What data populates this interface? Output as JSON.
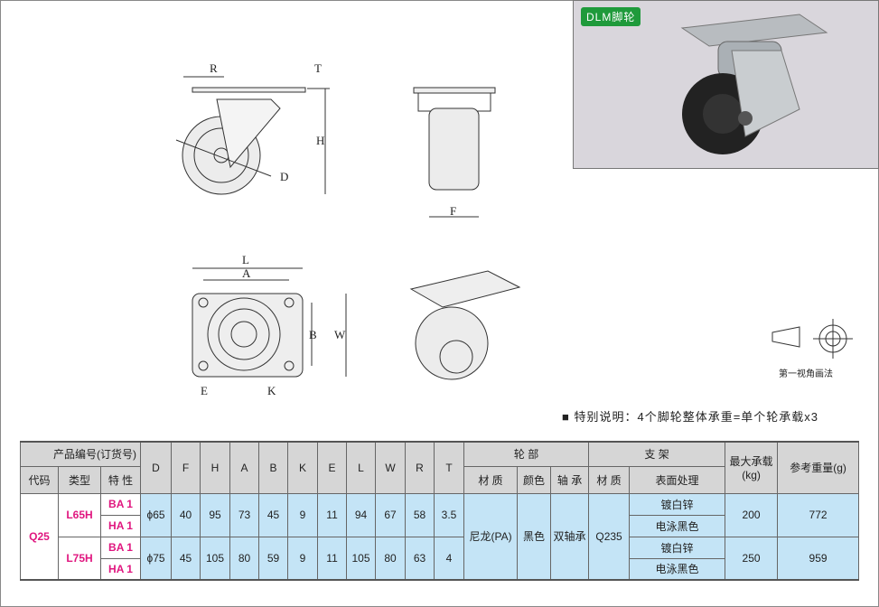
{
  "photo": {
    "label": "DLM脚轮"
  },
  "drawing_labels": {
    "R": "R",
    "T": "T",
    "H": "H",
    "D": "D",
    "F": "F",
    "L": "L",
    "A": "A",
    "B": "B",
    "W": "W",
    "E": "E",
    "K": "K"
  },
  "projection_caption": "第一视角画法",
  "note": "■  特别说明：4个脚轮整体承重=单个轮承载x3",
  "table": {
    "header": {
      "product_code": "产品编号(订货号)",
      "code": "代码",
      "type": "类型",
      "feature": "特 性",
      "dims": [
        "D",
        "F",
        "H",
        "A",
        "B",
        "K",
        "E",
        "L",
        "W",
        "R",
        "T"
      ],
      "wheel": "轮 部",
      "wheel_material": "材 质",
      "wheel_color": "颜色",
      "bearing": "轴 承",
      "bracket": "支 架",
      "bracket_material": "材 质",
      "surface": "表面处理",
      "max_load": "最大承载",
      "max_load_unit": "(kg)",
      "weight": "参考重量(g)"
    },
    "code": "Q25",
    "wheel_material": "尼龙(PA)",
    "wheel_color": "黑色",
    "bearing": "双轴承",
    "bracket_material": "Q235",
    "groups": [
      {
        "type": "L65H",
        "features": [
          "BA 1",
          "HA 1"
        ],
        "dims": [
          "ϕ65",
          "40",
          "95",
          "73",
          "45",
          "9",
          "11",
          "94",
          "67",
          "58",
          "3.5"
        ],
        "surfaces": [
          "镀白锌",
          "电泳黑色"
        ],
        "max_load": "200",
        "weight": "772"
      },
      {
        "type": "L75H",
        "features": [
          "BA 1",
          "HA 1"
        ],
        "dims": [
          "ϕ75",
          "45",
          "105",
          "80",
          "59",
          "9",
          "11",
          "105",
          "80",
          "63",
          "4"
        ],
        "surfaces": [
          "镀白锌",
          "电泳黑色"
        ],
        "max_load": "250",
        "weight": "959"
      }
    ]
  }
}
